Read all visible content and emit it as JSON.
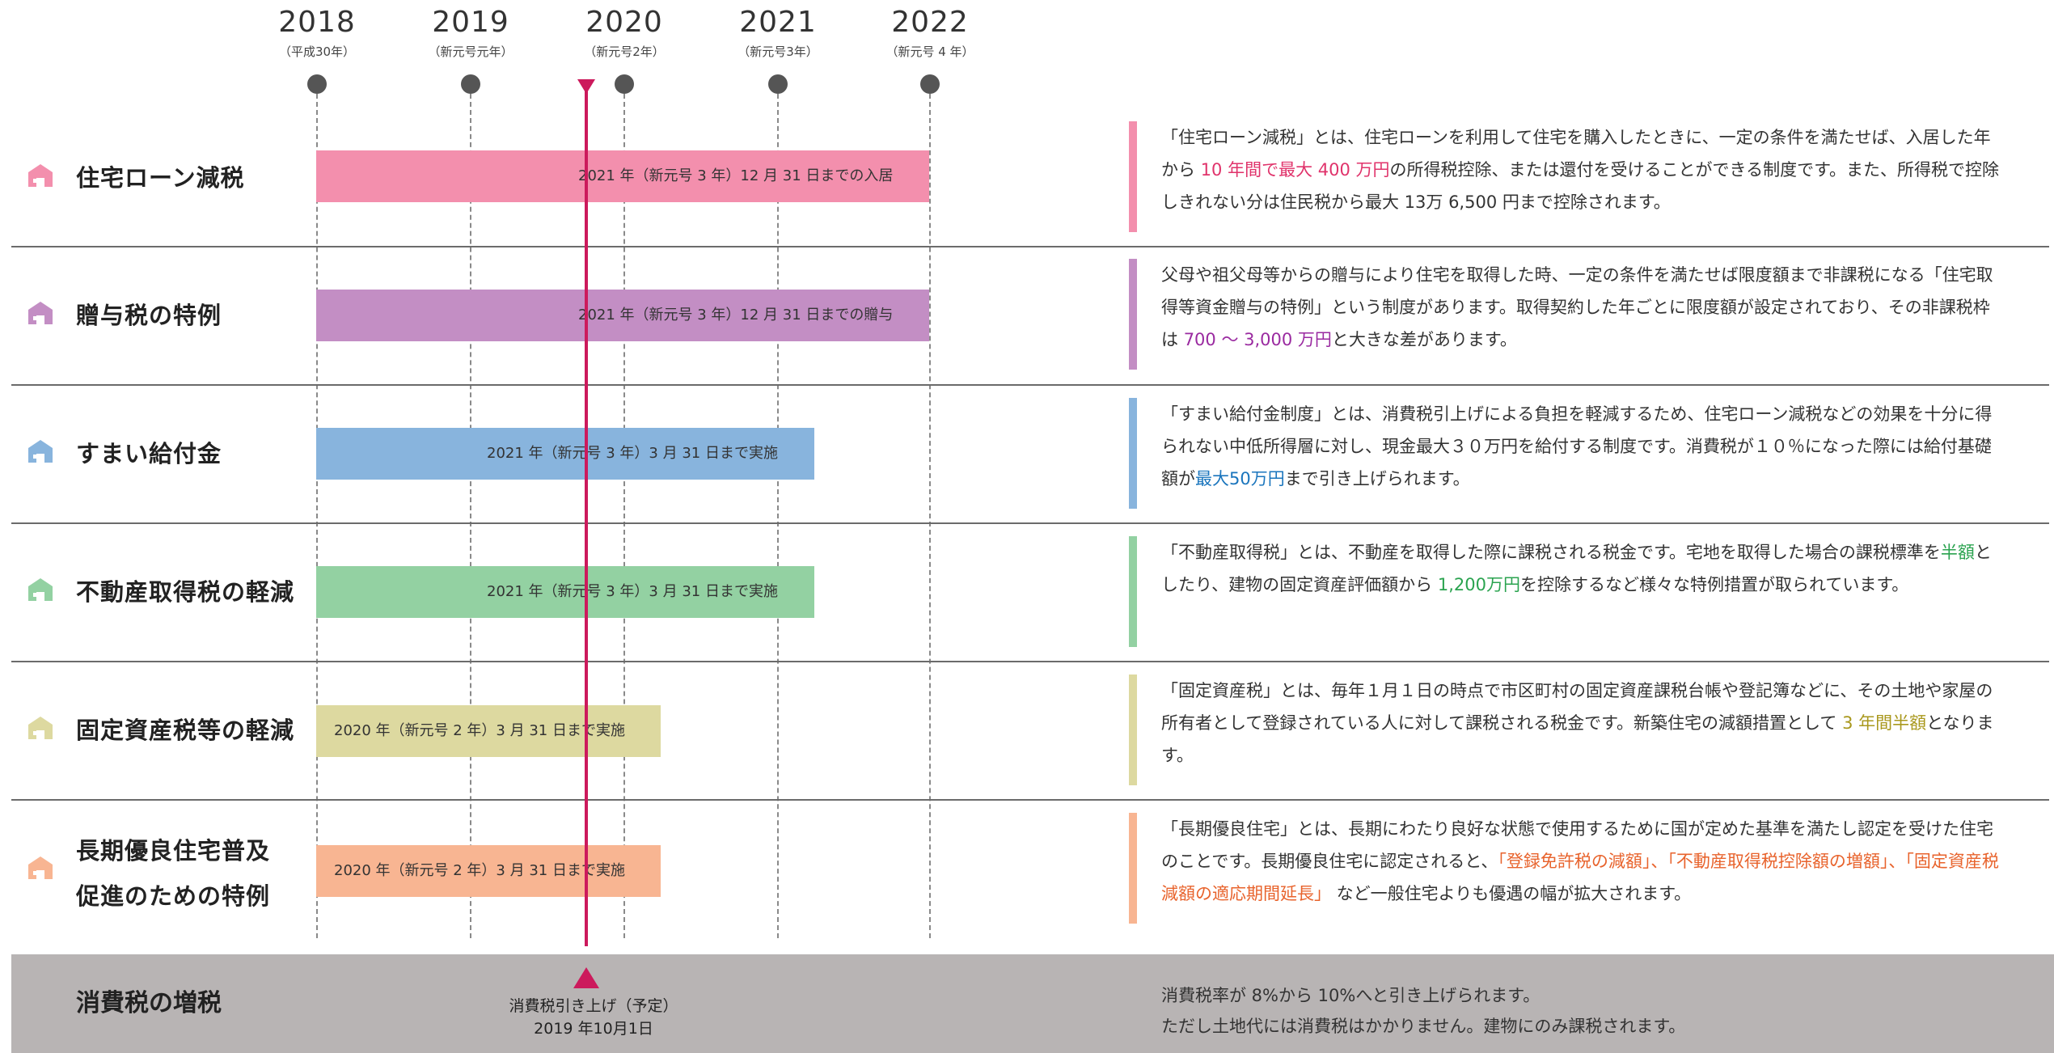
{
  "years": [
    {
      "year": "2018",
      "era": "（平成30年）"
    },
    {
      "year": "2019",
      "era": "（新元号元年）"
    },
    {
      "year": "2020",
      "era": "（新元号2年）"
    },
    {
      "year": "2021",
      "era": "（新元号3年）"
    },
    {
      "year": "2022",
      "era": "（新元号 4 年）"
    }
  ],
  "rows": [
    {
      "label": "住宅ローン減税",
      "color": "#f38fad",
      "bar_text": "2021 年（新元号 3 年）12 月 31 日までの入居",
      "desc": {
        "before": "「住宅ローン減税」とは、住宅ローンを利用して住宅を購入したときに、一定の条件を満たせば、入居した年から ",
        "highlight": "10 年間で最大 400 万円",
        "after": "の所得税控除、または還付を受けることができる制度です。また、所得税で控除しきれない分は住民税から最大 13万 6,500 円まで控除されます。"
      }
    },
    {
      "label": "贈与税の特例",
      "color": "#c38ec4",
      "bar_text": "2021 年（新元号 3 年）12 月 31 日までの贈与",
      "desc": {
        "before": "父母や祖父母等からの贈与により住宅を取得した時、一定の条件を満たせば限度額まで非課税になる「住宅取得等資金贈与の特例」という制度があります。取得契約した年ごとに限度額が設定されており、その非課税枠は ",
        "highlight": "700 〜 3,000 万円",
        "after": "と大きな差があります。"
      }
    },
    {
      "label": "すまい給付金",
      "color": "#88b4dd",
      "bar_text": "2021 年（新元号 3 年）3 月 31 日まで実施",
      "desc": {
        "before": "「すまい給付金制度」とは、消費税引上げによる負担を軽減するため、住宅ローン減税などの効果を十分に得られない中低所得層に対し、現金最大３０万円を給付する制度です。消費税が１０％になった際には給付基礎額が",
        "highlight": "最大50万円",
        "after": "まで引き上げられます。"
      }
    },
    {
      "label": "不動産取得税の軽減",
      "color": "#93d1a2",
      "bar_text": "2021 年（新元号 3 年）3 月 31 日まで実施",
      "desc": {
        "before": "「不動産取得税」とは、不動産を取得した際に課税される税金です。宅地を取得した場合の課税標準を",
        "highlight": "半額",
        "middle": "としたり、建物の固定資産評価額から ",
        "highlight2": "1,200万円",
        "after": "を控除するなど様々な特例措置が取られています。"
      }
    },
    {
      "label": "固定資産税等の軽減",
      "color": "#ddd9a0",
      "bar_text": "2020 年（新元号 2 年）3 月 31 日まで実施",
      "desc": {
        "before": "「固定資産税」とは、毎年１月１日の時点で市区町村の固定資産課税台帳や登記簿などに、その土地や家屋の所有者として登録されている人に対して課税される税金です。新築住宅の減額措置として ",
        "highlight": "3 年間半額",
        "after": "となります。"
      }
    },
    {
      "label_line1": "長期優良住宅普及",
      "label_line2": "促進のための特例",
      "color": "#f8b592",
      "bar_text": "2020 年（新元号 2 年）3 月 31 日まで実施",
      "desc": {
        "before": "「長期優良住宅」とは、長期にわたり良好な状態で使用するために国が定めた基準を満たし認定を受けた住宅のことです。長期優良住宅に認定されると、",
        "highlight": "「登録免許税の減額」、「不動産取得税控除額の増額」、「固定資産税減額の適応期間延長」",
        "after": " など一般住宅よりも優遇の幅が拡大されます。"
      }
    }
  ],
  "footer": {
    "label": "消費税の増税",
    "center_line1": "消費税引き上げ（予定）",
    "center_line2": "2019 年10月1日",
    "desc_line1": "消費税率が 8%から 10%へと引き上げられます。",
    "desc_line2": "ただし土地代には消費税はかかりません。建物にのみ課税されます。"
  },
  "colors": {
    "red_marker": "#cc1a5c",
    "footer_bg": "#b8b4b4",
    "separator": "#6b6b6b"
  }
}
